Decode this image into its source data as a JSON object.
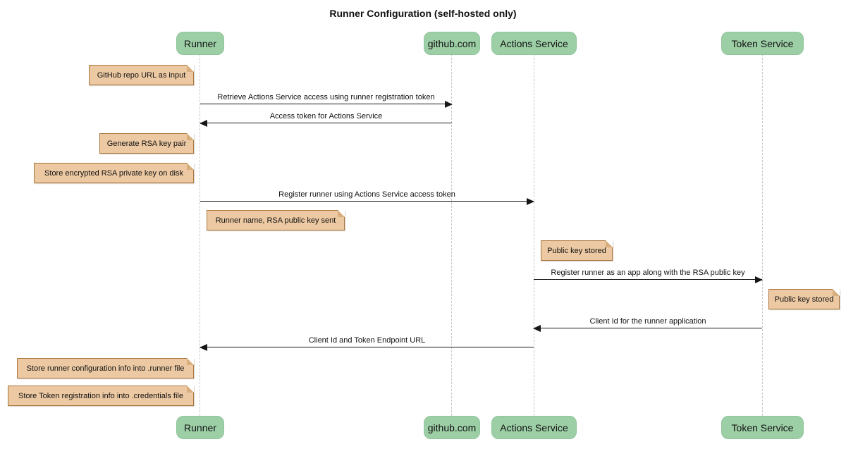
{
  "title": "Runner Configuration (self-hosted only)",
  "participants": [
    {
      "id": "runner",
      "label": "Runner"
    },
    {
      "id": "github",
      "label": "github.com"
    },
    {
      "id": "actions-service",
      "label": "Actions Service"
    },
    {
      "id": "token-service",
      "label": "Token Service"
    }
  ],
  "messages": [
    {
      "from": "Runner",
      "to": "github.com",
      "direction": "right",
      "text": "Retrieve Actions Service access using runner registration token"
    },
    {
      "from": "github.com",
      "to": "Runner",
      "direction": "left",
      "text": "Access token for Actions Service"
    },
    {
      "from": "Runner",
      "to": "Actions Service",
      "direction": "right",
      "text": "Register runner using Actions Service access token"
    },
    {
      "from": "Actions Service",
      "to": "Token Service",
      "direction": "right",
      "text": "Register runner as an app along with the RSA public key"
    },
    {
      "from": "Token Service",
      "to": "Actions Service",
      "direction": "left",
      "text": "Client Id for the runner application"
    },
    {
      "from": "Actions Service",
      "to": "Runner",
      "direction": "left",
      "text": "Client Id and Token Endpoint URL"
    }
  ],
  "notes": [
    {
      "position": "left of Runner",
      "text": "GitHub repo URL as input"
    },
    {
      "position": "left of Runner",
      "text": "Generate RSA key pair"
    },
    {
      "position": "left of Runner",
      "text": "Store encrypted RSA private key on disk"
    },
    {
      "position": "right of Runner",
      "text": "Runner name, RSA public key sent"
    },
    {
      "position": "right of Actions Service",
      "text": "Public key stored"
    },
    {
      "position": "right of Token Service",
      "text": "Public key stored"
    },
    {
      "position": "left of Runner",
      "text": "Store runner configuration info into .runner file"
    },
    {
      "position": "left of Runner",
      "text": "Store Token registration info into .credentials file"
    }
  ],
  "colors": {
    "actor_fill": "#9dcfa6",
    "actor_border": "#8fc499",
    "note_fill": "#ecc9a3",
    "note_border": "#a9753c",
    "note_fold": "#d8ae7e",
    "lifeline": "#c8c8c8",
    "arrow": "#161616",
    "text": "#111111"
  }
}
